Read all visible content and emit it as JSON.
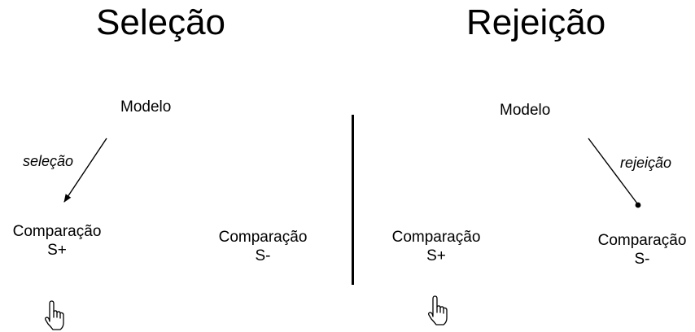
{
  "left_panel": {
    "title": "Seleção",
    "sample_label": "Modelo",
    "relation_label": "seleção",
    "comparison_positive": {
      "name": "Comparação",
      "sign": "S+"
    },
    "comparison_negative": {
      "name": "Comparação",
      "sign": "S-"
    },
    "cursor_icon": "pointing-hand-icon"
  },
  "right_panel": {
    "title": "Rejeição",
    "sample_label": "Modelo",
    "relation_label": "rejeição",
    "comparison_positive": {
      "name": "Comparação",
      "sign": "S+"
    },
    "comparison_negative": {
      "name": "Comparação",
      "sign": "S-"
    },
    "cursor_icon": "pointing-hand-icon"
  },
  "colors": {
    "ink": "#000000",
    "background": "#ffffff"
  }
}
